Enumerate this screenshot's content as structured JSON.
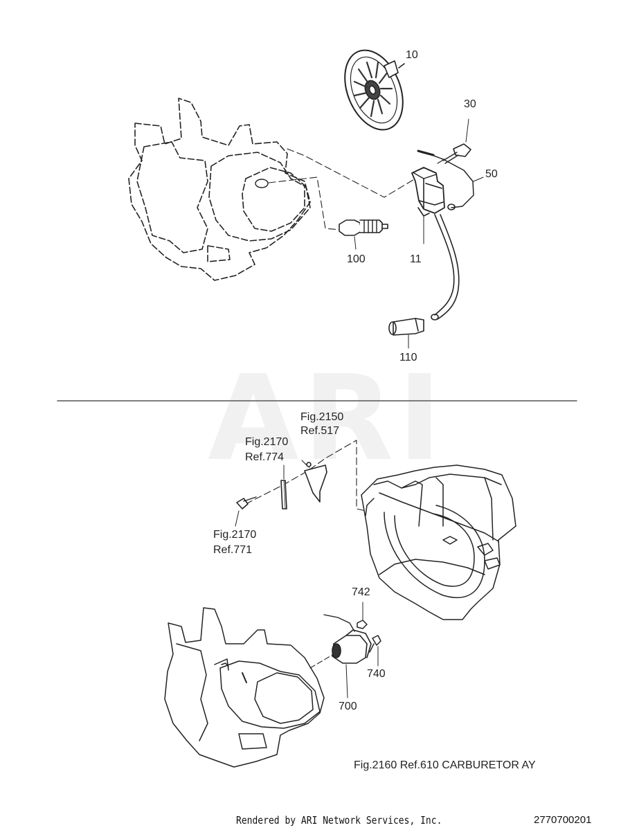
{
  "watermark": "ARI",
  "upper_section": {
    "callouts": [
      {
        "id": "flywheel",
        "text": "10"
      },
      {
        "id": "bolt",
        "text": "30"
      },
      {
        "id": "ground-wire",
        "text": "50"
      },
      {
        "id": "spark-plug",
        "text": "100"
      },
      {
        "id": "ignition-coil",
        "text": "11"
      },
      {
        "id": "plug-cap",
        "text": "110"
      }
    ]
  },
  "lower_section": {
    "references": [
      {
        "id": "fig2150",
        "line1": "Fig.2150",
        "line2": "Ref.517"
      },
      {
        "id": "fig2170-774",
        "line1": "Fig.2170",
        "line2": "Ref.774"
      },
      {
        "id": "fig2170-771",
        "line1": "Fig.2170",
        "line2": "Ref.771"
      }
    ],
    "callouts": [
      {
        "id": "nut",
        "text": "742"
      },
      {
        "id": "screw",
        "text": "740"
      },
      {
        "id": "solenoid",
        "text": "700"
      }
    ],
    "caption": "Fig.2160 Ref.610 CARBURETOR AY"
  },
  "footer": {
    "rendered_by": "Rendered by ARI Network Services, Inc.",
    "diagram_code": "2770700201"
  },
  "colors": {
    "line": "#222222",
    "divider": "#555555",
    "watermark": "#f1f1f1"
  }
}
